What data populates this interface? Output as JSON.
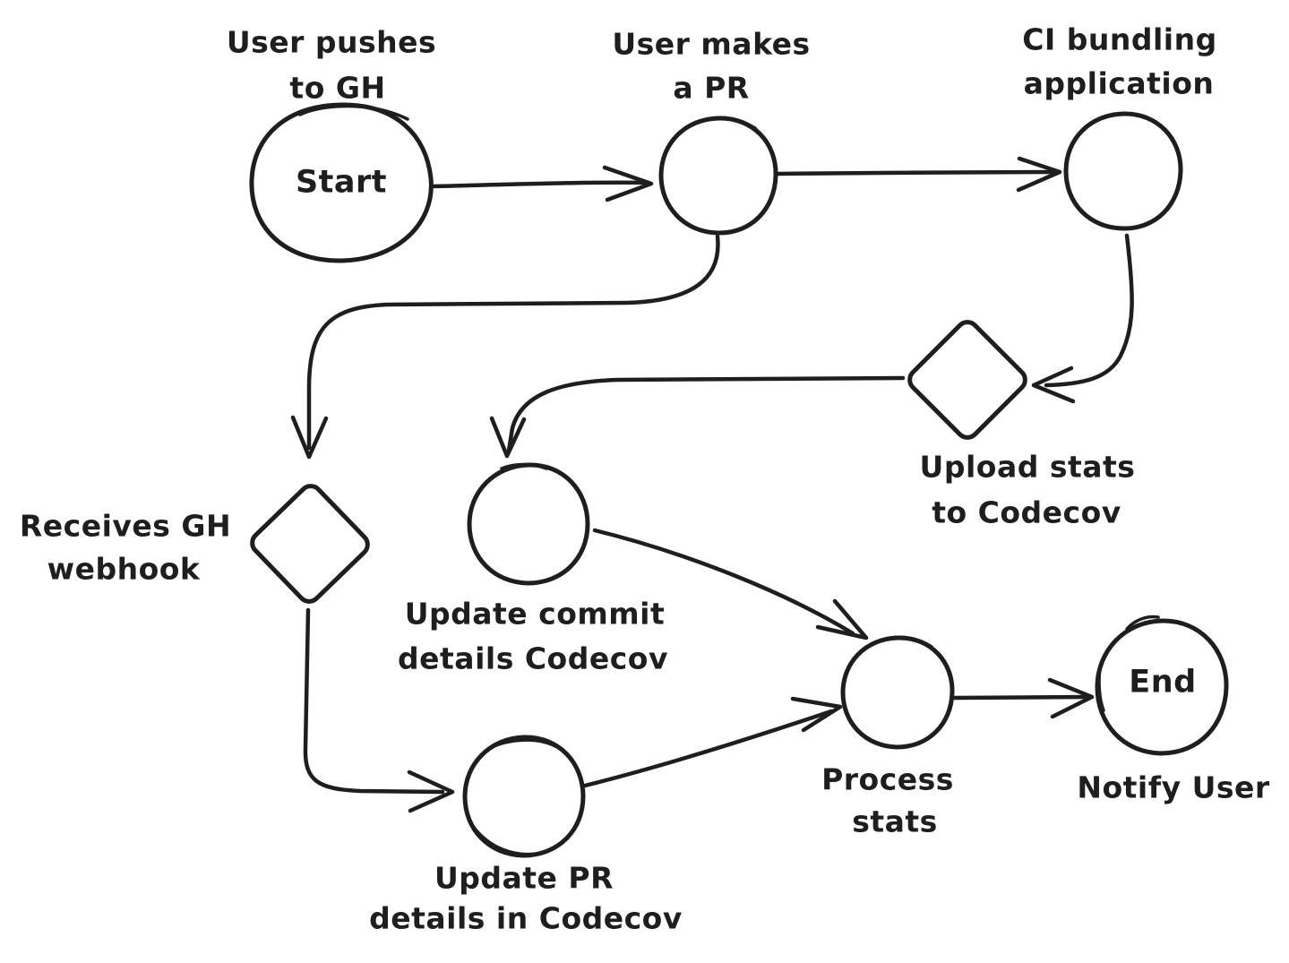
{
  "colors": {
    "ink": "#1e1e1e",
    "background": "#ffffff"
  },
  "diagram_type": "flowchart",
  "nodes": {
    "start": {
      "shape": "ellipse",
      "text": "Start",
      "caption_lines": [
        "User pushes",
        "to GH"
      ]
    },
    "pr": {
      "shape": "circle",
      "caption_lines": [
        "User makes",
        "a PR"
      ]
    },
    "ci": {
      "shape": "circle",
      "caption_lines": [
        "CI bundling",
        "application"
      ]
    },
    "upload": {
      "shape": "diamond",
      "caption_lines": [
        "Upload stats",
        "to Codecov"
      ]
    },
    "webhook": {
      "shape": "diamond",
      "caption_lines": [
        "Receives GH",
        "webhook"
      ]
    },
    "commit": {
      "shape": "circle",
      "caption_lines": [
        "Update commit",
        "details Codecov"
      ]
    },
    "prdetails": {
      "shape": "circle",
      "caption_lines": [
        "Update PR",
        "details in Codecov"
      ]
    },
    "process": {
      "shape": "circle",
      "caption_lines": [
        "Process",
        "stats"
      ]
    },
    "end": {
      "shape": "circle",
      "text": "End",
      "caption_lines": [
        "Notify User"
      ]
    }
  },
  "edges": [
    {
      "from": "start",
      "to": "pr"
    },
    {
      "from": "pr",
      "to": "ci"
    },
    {
      "from": "pr",
      "to": "webhook"
    },
    {
      "from": "ci",
      "to": "upload"
    },
    {
      "from": "upload",
      "to": "commit"
    },
    {
      "from": "webhook",
      "to": "prdetails"
    },
    {
      "from": "commit",
      "to": "process"
    },
    {
      "from": "prdetails",
      "to": "process"
    },
    {
      "from": "process",
      "to": "end"
    }
  ]
}
